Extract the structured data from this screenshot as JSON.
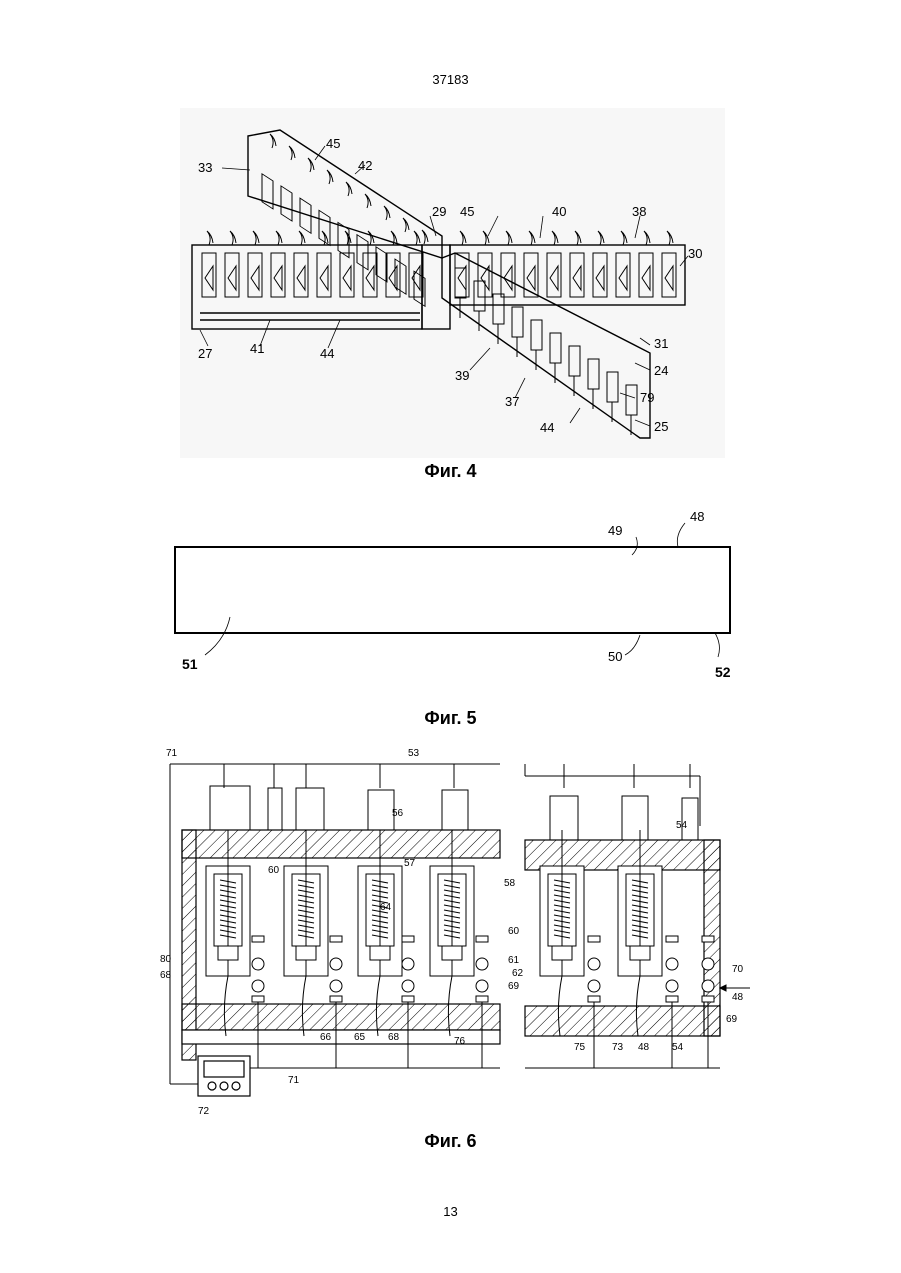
{
  "header": {
    "doc_number": "37183"
  },
  "figures": {
    "fig4": {
      "caption": "Фиг. 4",
      "labels": [
        "33",
        "45",
        "42",
        "29",
        "45",
        "40",
        "38",
        "30",
        "27",
        "41",
        "44",
        "31",
        "39",
        "24",
        "37",
        "79",
        "44",
        "25"
      ]
    },
    "fig5": {
      "caption": "Фиг. 5",
      "labels": [
        "49",
        "48",
        "51",
        "50",
        "52"
      ]
    },
    "fig6": {
      "caption": "Фиг. 6",
      "labels": [
        "71",
        "53",
        "56",
        "54",
        "57",
        "58",
        "60",
        "64",
        "80",
        "68",
        "60",
        "61",
        "62",
        "69",
        "70",
        "48",
        "69",
        "66",
        "65",
        "68",
        "76",
        "75",
        "73",
        "48",
        "54",
        "71",
        "72"
      ]
    }
  },
  "footer": {
    "page_number": "13"
  }
}
